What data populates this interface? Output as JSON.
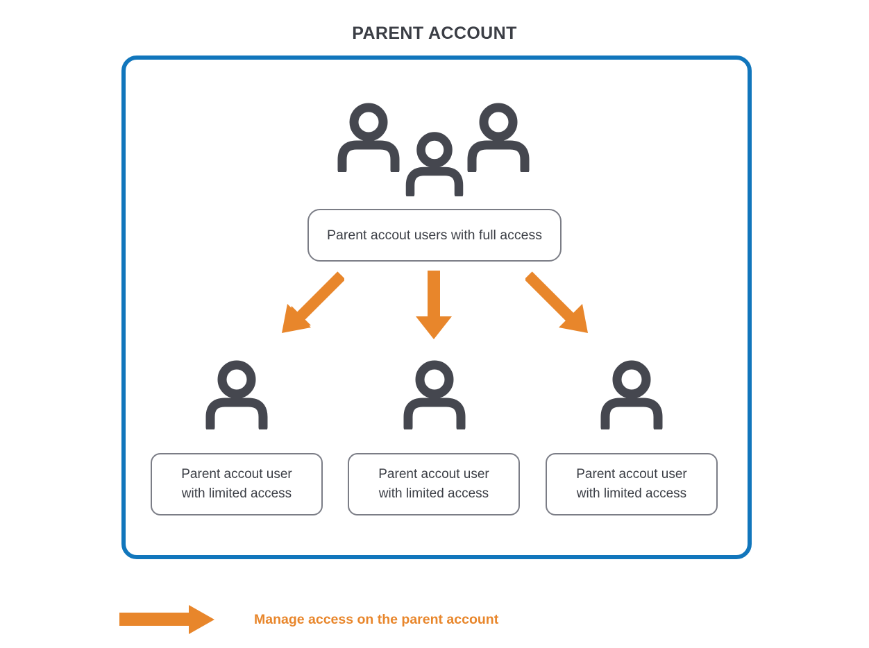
{
  "page": {
    "title": "PARENT ACCOUNT",
    "colors": {
      "container_border": "#1176BC",
      "arrow_orange": "#E8862B",
      "box_border": "#7B7D86",
      "text_dark": "#3B3E45",
      "background": "#FFFFFF"
    }
  },
  "container": {
    "name": "parent-account-container"
  },
  "nodes": {
    "full_access": {
      "label": "Parent accout users with full access",
      "icon": "three-people-icon"
    },
    "limited_access": [
      {
        "line1": "Parent accout user",
        "line2": "with limited access",
        "icon": "person-icon"
      },
      {
        "line1": "Parent accout user",
        "line2": "with limited access",
        "icon": "person-icon"
      },
      {
        "line1": "Parent accout user",
        "line2": "with limited access",
        "icon": "person-icon"
      }
    ]
  },
  "arrows": [
    {
      "name": "arrow-down-left-icon",
      "direction": "down-left"
    },
    {
      "name": "arrow-down-icon",
      "direction": "down"
    },
    {
      "name": "arrow-down-right-icon",
      "direction": "down-right"
    }
  ],
  "legend": {
    "icon": "arrow-right-icon",
    "label": "Manage access on the parent account"
  }
}
